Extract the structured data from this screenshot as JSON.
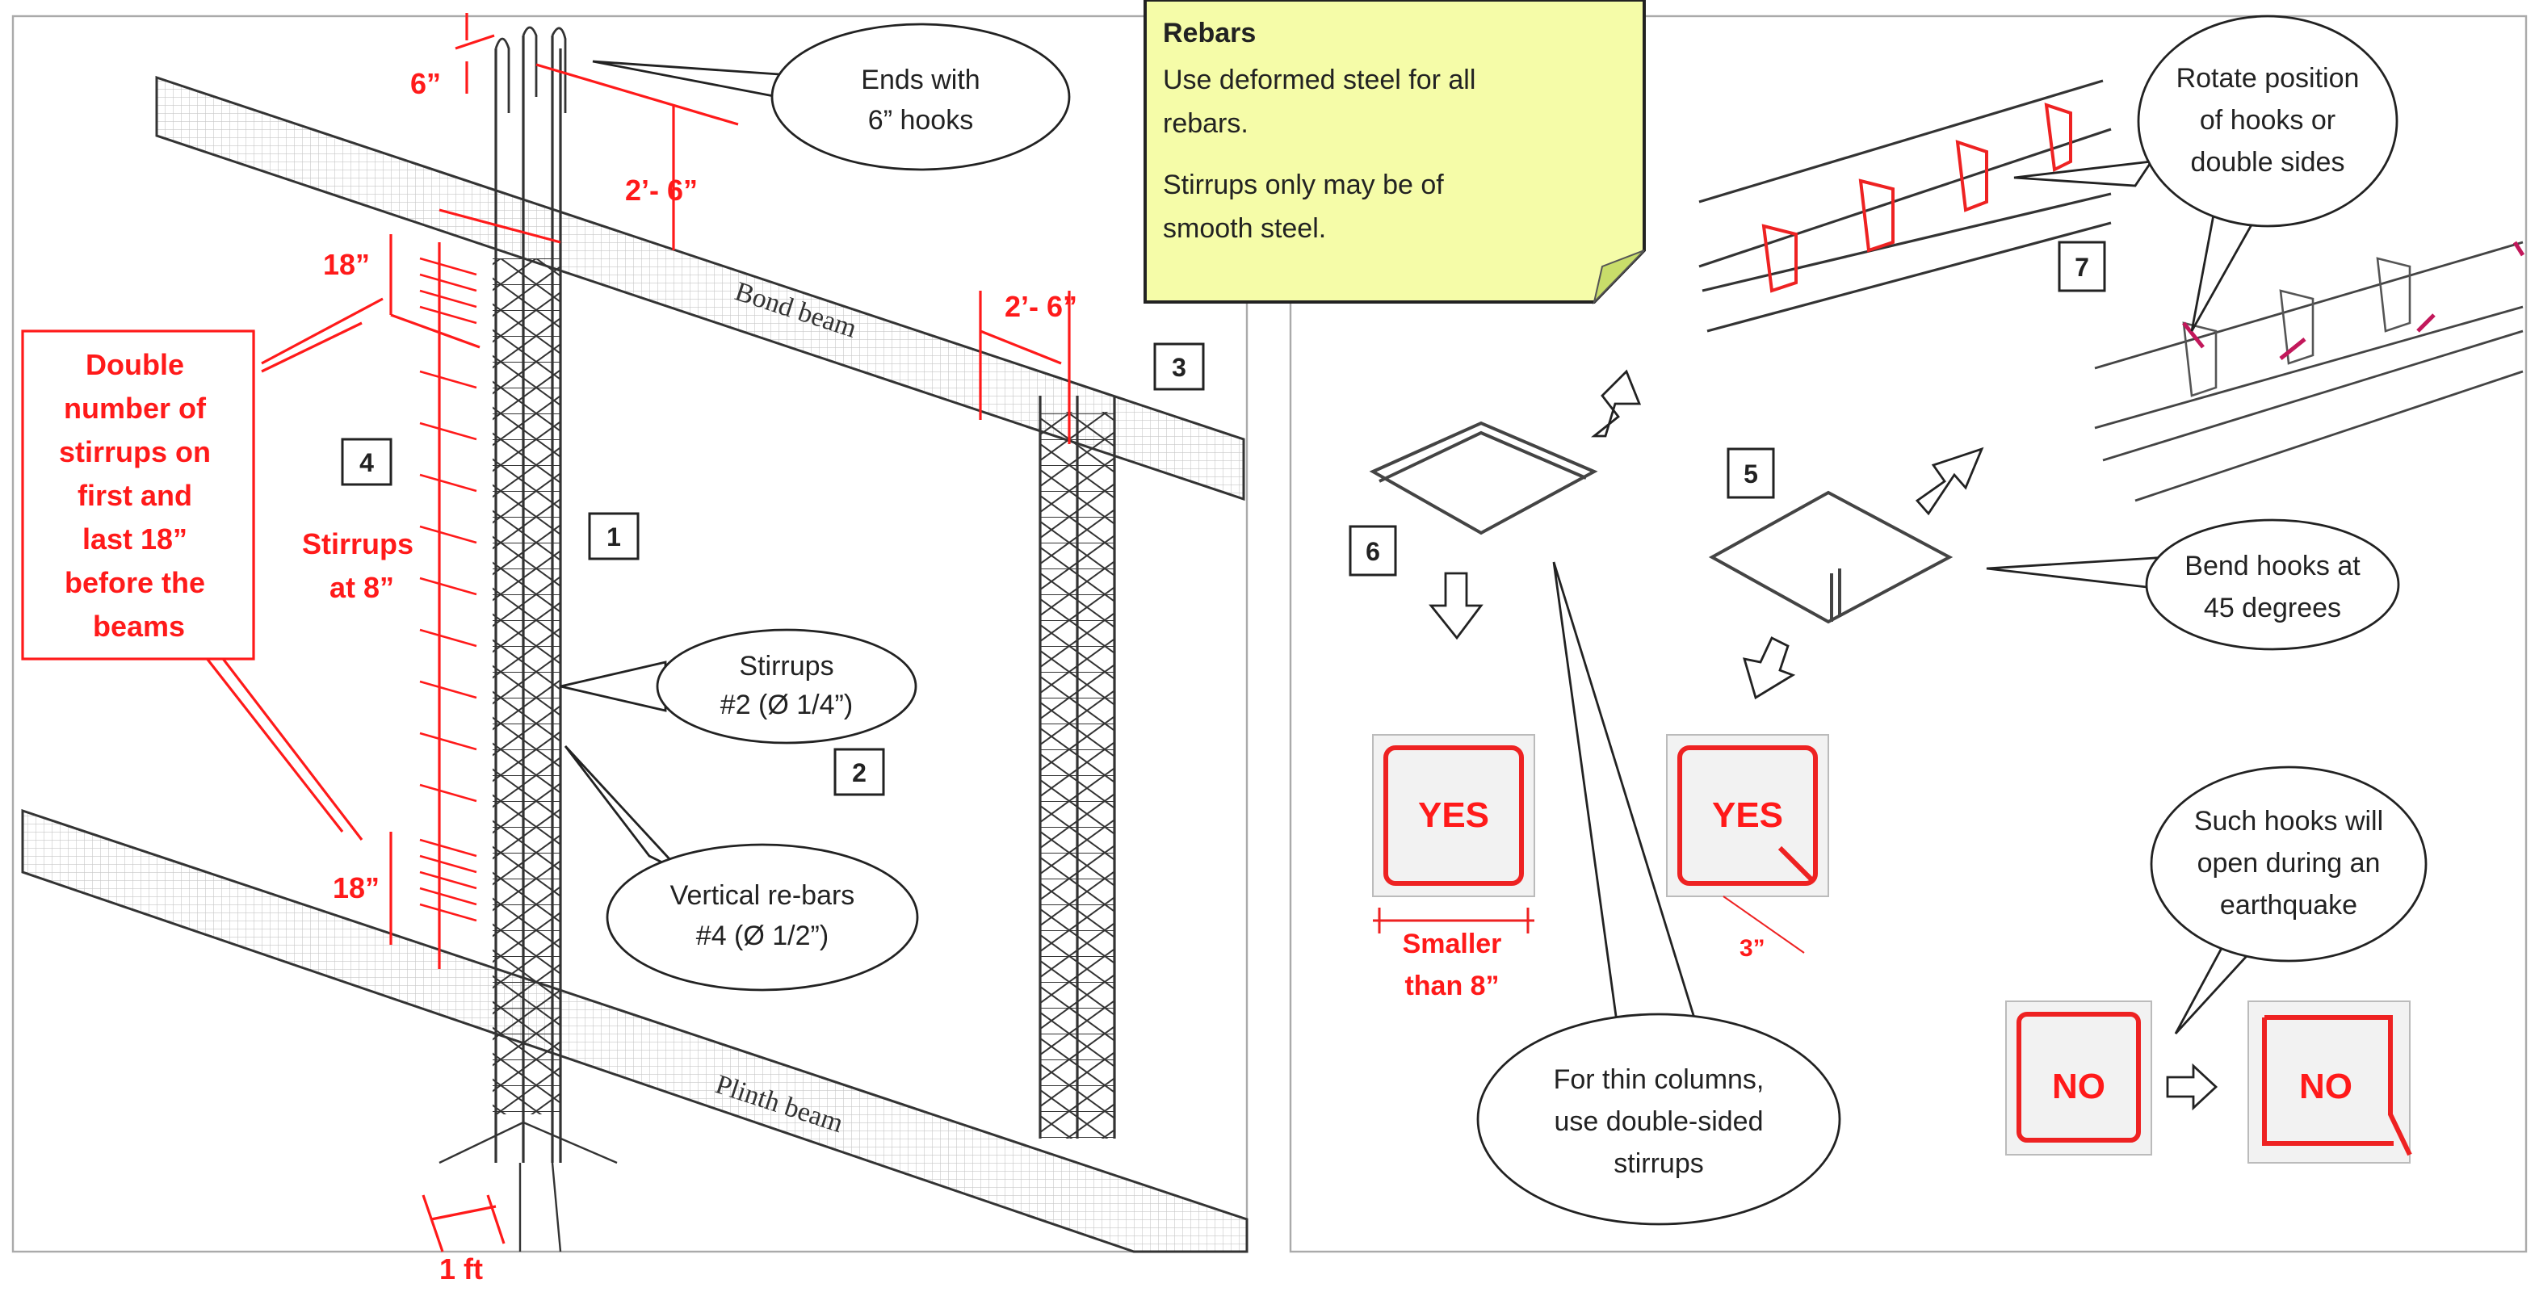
{
  "colors": {
    "annotation_red": "#ff1a1a",
    "note_yellow": "#f5fca8",
    "line": "#333333"
  },
  "note": {
    "title": "Rebars",
    "lines": [
      "Use deformed steel for all",
      "rebars.",
      "Stirrups only may be of",
      "smooth steel."
    ]
  },
  "left": {
    "dims": {
      "hook": "6”",
      "top_ext": "2’- 6”",
      "top_18": "18”",
      "bottom_18": "18”",
      "lap": "2’- 6”",
      "footing": "1 ft"
    },
    "stirrups_spacing": [
      "Stirrups",
      "at 8”"
    ],
    "double_note": [
      "Double",
      "number of",
      "stirrups on",
      "first and",
      "last 18”",
      "before the",
      "beams"
    ],
    "bond_beam": "Bond beam",
    "plinth_beam": "Plinth beam",
    "callouts": {
      "hooks": [
        "Ends with",
        "6” hooks"
      ],
      "stirrups": [
        "Stirrups",
        "#2 (Ø 1/4”)"
      ],
      "vertical": [
        "Vertical re-bars",
        "#4 (Ø 1/2”)"
      ]
    },
    "numbers": {
      "n1": "1",
      "n2": "2",
      "n3": "3",
      "n4": "4"
    }
  },
  "right": {
    "callouts": {
      "rotate": [
        "Rotate position",
        "of hooks or",
        "double sides"
      ],
      "bend": [
        "Bend hooks at",
        "45 degrees"
      ],
      "thin": [
        "For thin columns,",
        "use double-sided",
        "stirrups"
      ],
      "open": [
        "Such hooks will",
        "open during an",
        "earthquake"
      ]
    },
    "numbers": {
      "n5": "5",
      "n6": "6",
      "n7": "7"
    },
    "yes": "YES",
    "no": "NO",
    "smaller": [
      "Smaller",
      "than 8”"
    ],
    "three_inch": "3”"
  }
}
